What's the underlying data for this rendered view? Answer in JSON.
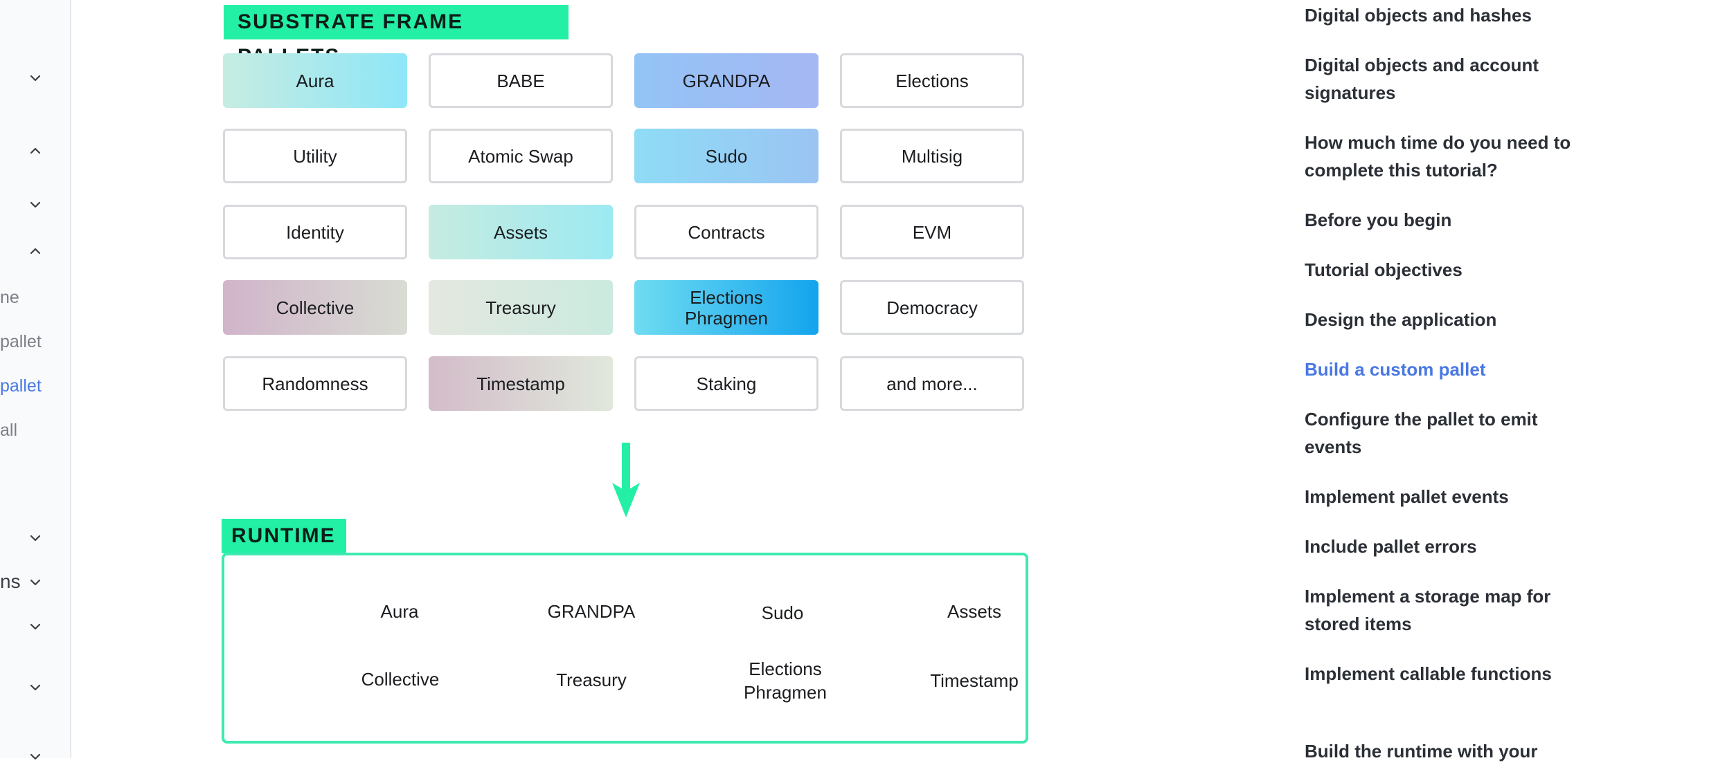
{
  "sidebar": {
    "labels": [
      {
        "text": "ne",
        "state": "normal"
      },
      {
        "text": "pallet",
        "state": "normal"
      },
      {
        "text": "pallet",
        "state": "active"
      },
      {
        "text": "all",
        "state": "normal"
      },
      {
        "text": "ns",
        "state": "dark"
      }
    ],
    "chevrons": [
      "chevron-down-icon",
      "chevron-up-icon",
      "chevron-down-icon",
      "chevron-up-icon",
      "chevron-down-icon",
      "chevron-down-icon",
      "chevron-down-icon",
      "chevron-down-icon",
      "chevron-down-icon"
    ]
  },
  "diagram": {
    "pallets_title": "SUBSTRATE FRAME PALLETS",
    "pallets": [
      "Aura",
      "BABE",
      "GRANDPA",
      "Elections",
      "Utility",
      "Atomic Swap",
      "Sudo",
      "Multisig",
      "Identity",
      "Assets",
      "Contracts",
      "EVM",
      "Collective",
      "Treasury",
      "Elections Phragmen",
      "Democracy",
      "Randomness",
      "Timestamp",
      "Staking",
      "and more..."
    ],
    "runtime_title": "RUNTIME",
    "runtime": [
      "Aura",
      "GRANDPA",
      "Sudo",
      "Assets",
      "Collective",
      "Treasury",
      "Elections Phragmen",
      "Timestamp"
    ],
    "accent": "#23f0a5"
  },
  "toc": {
    "items": [
      "Digital objects and hashes",
      "Digital objects and account signatures",
      "How much time do you need to complete this tutorial?",
      "Before you begin",
      "Tutorial objectives",
      "Design the application",
      "Build a custom pallet",
      "Configure the pallet to emit events",
      "Implement pallet events",
      "Include pallet errors",
      "Implement a storage map for stored items",
      "Implement callable functions",
      "Build the runtime with your"
    ],
    "active_index": 6,
    "active_color": "#4a78e4"
  }
}
